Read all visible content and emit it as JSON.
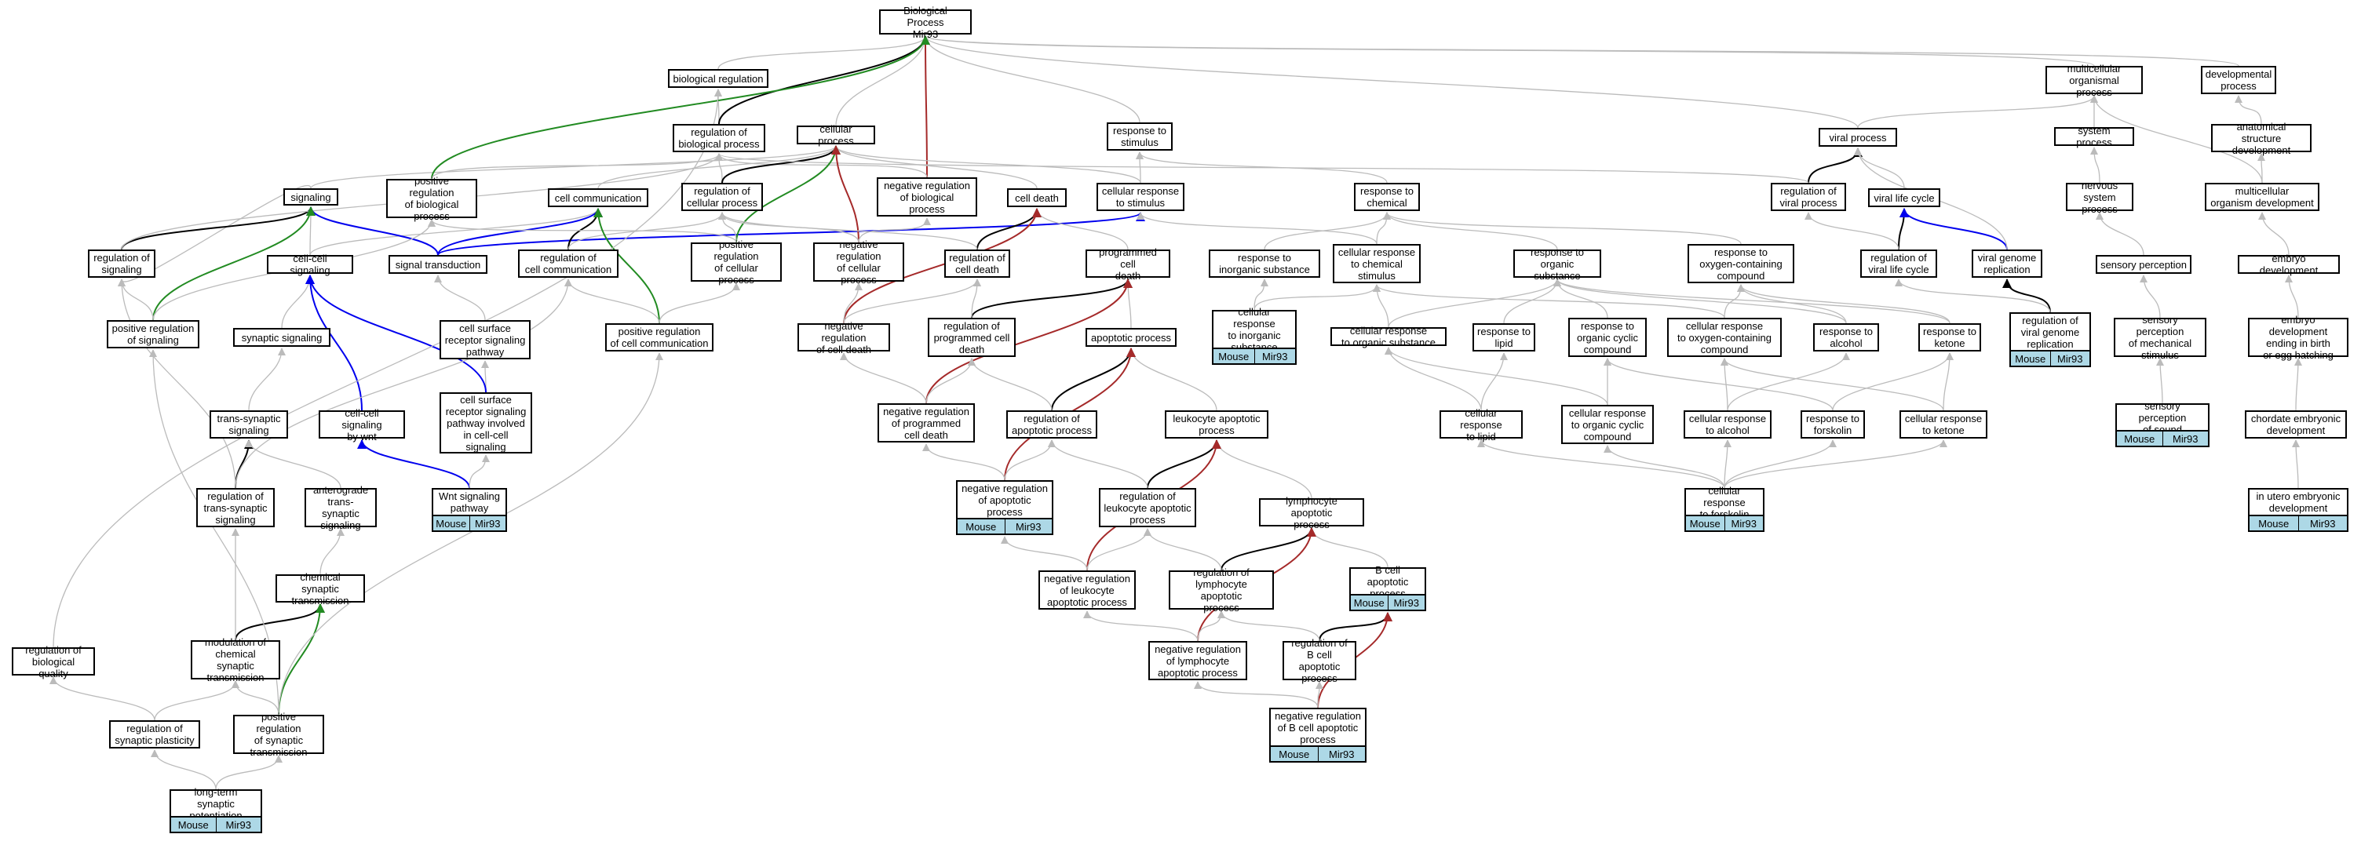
{
  "colors": {
    "is_a": "#bbbbbb",
    "part_of": "#000000",
    "regulates": "#000000",
    "positive": "#228b22",
    "negative": "#a52a2a",
    "bridge": "#0000ee",
    "tag": "#add8e6"
  },
  "nodes": [
    {
      "id": "root",
      "label": "Biological Process\nMir93"
    },
    {
      "id": "bioreg",
      "label": "biological regulation"
    },
    {
      "id": "regbp",
      "label": "regulation of\nbiological process"
    },
    {
      "id": "cellproc",
      "label": "cellular process"
    },
    {
      "id": "negregbp",
      "label": "negative regulation\nof biological\nprocess"
    },
    {
      "id": "resp",
      "label": "response to\nstimulus"
    },
    {
      "id": "multi",
      "label": "multicellular\norganismal process"
    },
    {
      "id": "devproc",
      "label": "developmental\nprocess"
    },
    {
      "id": "viralproc",
      "label": "viral process"
    },
    {
      "id": "sysproc",
      "label": "system process"
    },
    {
      "id": "anatdev",
      "label": "anatomical structure\ndevelopment"
    },
    {
      "id": "signaling",
      "label": "signaling"
    },
    {
      "id": "posregbp",
      "label": "positive regulation\nof biological\nprocess"
    },
    {
      "id": "cellcomm",
      "label": "cell communication"
    },
    {
      "id": "regcellproc",
      "label": "regulation of\ncellular process"
    },
    {
      "id": "celldeath",
      "label": "cell death"
    },
    {
      "id": "cellresp",
      "label": "cellular response\nto stimulus"
    },
    {
      "id": "respchem",
      "label": "response to\nchemical"
    },
    {
      "id": "regviral",
      "label": "regulation of\nviral process"
    },
    {
      "id": "viralcycle",
      "label": "viral life cycle"
    },
    {
      "id": "nervsys",
      "label": "nervous system\nprocess"
    },
    {
      "id": "multidev",
      "label": "multicellular\norganism development"
    },
    {
      "id": "regsig",
      "label": "regulation of\nsignaling"
    },
    {
      "id": "cellcellsig",
      "label": "cell-cell signaling"
    },
    {
      "id": "sigtrans",
      "label": "signal transduction"
    },
    {
      "id": "regcellcomm",
      "label": "regulation of\ncell communication"
    },
    {
      "id": "posregcellproc",
      "label": "positive regulation\nof cellular\nprocess"
    },
    {
      "id": "negregcellproc",
      "label": "negative regulation\nof cellular\nprocess"
    },
    {
      "id": "regcelldeath",
      "label": "regulation of\ncell death"
    },
    {
      "id": "pcd",
      "label": "programmed cell\ndeath"
    },
    {
      "id": "respinorg",
      "label": "response to\ninorganic substance"
    },
    {
      "id": "cellrespchem",
      "label": "cellular response\nto chemical\nstimulus"
    },
    {
      "id": "resporg",
      "label": "response to\norganic substance"
    },
    {
      "id": "respoxy",
      "label": "response to\noxygen-containing\ncompound"
    },
    {
      "id": "regviralcycle",
      "label": "regulation of\nviral life cycle"
    },
    {
      "id": "viralgenome",
      "label": "viral genome\nreplication"
    },
    {
      "id": "sensperc",
      "label": "sensory perception"
    },
    {
      "id": "embdev",
      "label": "embryo development"
    },
    {
      "id": "posregsig",
      "label": "positive regulation\nof signaling"
    },
    {
      "id": "synsig",
      "label": "synaptic signaling"
    },
    {
      "id": "csrsp",
      "label": "cell surface\nreceptor signaling\npathway"
    },
    {
      "id": "posregcellcomm",
      "label": "positive regulation\nof cell communication"
    },
    {
      "id": "negregcelldeath",
      "label": "negative regulation\nof cell death"
    },
    {
      "id": "regpcd",
      "label": "regulation of\nprogrammed cell\ndeath"
    },
    {
      "id": "apoptotic",
      "label": "apoptotic process"
    },
    {
      "id": "cellrespinorg",
      "label": "cellular response\nto inorganic\nsubstance"
    },
    {
      "id": "cellresporg",
      "label": "cellular response\nto organic substance"
    },
    {
      "id": "resplipid",
      "label": "response to\nlipid"
    },
    {
      "id": "resporgcyc",
      "label": "response to\norganic cyclic\ncompound"
    },
    {
      "id": "cellrespoxy",
      "label": "cellular response\nto oxygen-containing\ncompound"
    },
    {
      "id": "respalc",
      "label": "response to\nalcohol"
    },
    {
      "id": "respket",
      "label": "response to\nketone"
    },
    {
      "id": "regviralgenome",
      "label": "regulation of\nviral genome\nreplication"
    },
    {
      "id": "sensmech",
      "label": "sensory perception\nof mechanical\nstimulus"
    },
    {
      "id": "embbirth",
      "label": "embryo development\nending in birth\nor egg hatching"
    },
    {
      "id": "transsyn",
      "label": "trans-synaptic\nsignaling"
    },
    {
      "id": "ccwnt",
      "label": "cell-cell signaling\nby wnt"
    },
    {
      "id": "csrspcc",
      "label": "cell surface\nreceptor signaling\npathway involved\nin cell-cell\nsignaling"
    },
    {
      "id": "negregpcd",
      "label": "negative regulation\nof programmed\ncell death"
    },
    {
      "id": "regapop",
      "label": "regulation of\napoptotic process"
    },
    {
      "id": "leukapop",
      "label": "leukocyte apoptotic\nprocess"
    },
    {
      "id": "cellresplipid",
      "label": "cellular response\nto lipid"
    },
    {
      "id": "cellresporgcyc",
      "label": "cellular response\nto organic cyclic\ncompound"
    },
    {
      "id": "cellrespalc",
      "label": "cellular response\nto alcohol"
    },
    {
      "id": "respfors",
      "label": "response to\nforskolin"
    },
    {
      "id": "cellrespket",
      "label": "cellular response\nto ketone"
    },
    {
      "id": "senssound",
      "label": "sensory perception\nof sound"
    },
    {
      "id": "chordate",
      "label": "chordate embryonic\ndevelopment"
    },
    {
      "id": "regtranssyn",
      "label": "regulation of\ntrans-synaptic\nsignaling"
    },
    {
      "id": "antero",
      "label": "anterograde\ntrans-synaptic\nsignaling"
    },
    {
      "id": "wnt",
      "label": "Wnt signaling\npathway"
    },
    {
      "id": "negregapop",
      "label": "negative regulation\nof apoptotic\nprocess"
    },
    {
      "id": "regleukapop",
      "label": "regulation of\nleukocyte apoptotic\nprocess"
    },
    {
      "id": "lymphapop",
      "label": "lymphocyte apoptotic\nprocess"
    },
    {
      "id": "cellrespfors",
      "label": "cellular response\nto forskolin"
    },
    {
      "id": "inutero",
      "label": "in utero embryonic\ndevelopment"
    },
    {
      "id": "chemsyn",
      "label": "chemical synaptic\ntransmission"
    },
    {
      "id": "negregleuk",
      "label": "negative regulation\nof leukocyte\napoptotic process"
    },
    {
      "id": "reglymph",
      "label": "regulation of\nlymphocyte apoptotic\nprocess"
    },
    {
      "id": "bcellapop",
      "label": "B cell apoptotic\nprocess"
    },
    {
      "id": "modchem",
      "label": "modulation of\nchemical synaptic\ntransmission"
    },
    {
      "id": "negreglymph",
      "label": "negative regulation\nof lymphocyte\napoptotic process"
    },
    {
      "id": "regbcell",
      "label": "regulation of\nB cell apoptotic\nprocess"
    },
    {
      "id": "regbioqual",
      "label": "regulation of\nbiological quality"
    },
    {
      "id": "regsynplast",
      "label": "regulation of\nsynaptic plasticity"
    },
    {
      "id": "posregsyn",
      "label": "positive regulation\nof synaptic\ntransmission"
    },
    {
      "id": "negregbcell",
      "label": "negative regulation\nof B cell apoptotic\nprocess"
    },
    {
      "id": "ltp",
      "label": "long-term synaptic\npotentiation"
    }
  ],
  "tags": [
    {
      "node": "cellrespinorg",
      "species": "Mouse",
      "gene": "Mir93"
    },
    {
      "node": "regviralgenome",
      "species": "Mouse",
      "gene": "Mir93"
    },
    {
      "node": "senssound",
      "species": "Mouse",
      "gene": "Mir93"
    },
    {
      "node": "wnt",
      "species": "Mouse",
      "gene": "Mir93"
    },
    {
      "node": "negregapop",
      "species": "Mouse",
      "gene": "Mir93"
    },
    {
      "node": "cellrespfors",
      "species": "Mouse",
      "gene": "Mir93"
    },
    {
      "node": "inutero",
      "species": "Mouse",
      "gene": "Mir93"
    },
    {
      "node": "bcellapop",
      "species": "Mouse",
      "gene": "Mir93"
    },
    {
      "node": "negregbcell",
      "species": "Mouse",
      "gene": "Mir93"
    },
    {
      "node": "ltp",
      "species": "Mouse",
      "gene": "Mir93"
    }
  ],
  "edges": [
    [
      "bioreg",
      "root",
      "is_a"
    ],
    [
      "regbp",
      "bioreg",
      "is_a"
    ],
    [
      "regbp",
      "root",
      "regulates"
    ],
    [
      "cellproc",
      "root",
      "is_a"
    ],
    [
      "negregbp",
      "root",
      "negative"
    ],
    [
      "negregbp",
      "regbp",
      "is_a"
    ],
    [
      "resp",
      "root",
      "is_a"
    ],
    [
      "multi",
      "root",
      "is_a"
    ],
    [
      "devproc",
      "root",
      "is_a"
    ],
    [
      "viralproc",
      "root",
      "is_a"
    ],
    [
      "viralproc",
      "multi",
      "is_a"
    ],
    [
      "sysproc",
      "multi",
      "is_a"
    ],
    [
      "anatdev",
      "devproc",
      "is_a"
    ],
    [
      "signaling",
      "cellproc",
      "is_a"
    ],
    [
      "signaling",
      "regsig",
      "is_a"
    ],
    [
      "posregbp",
      "root",
      "positive"
    ],
    [
      "posregbp",
      "regbp",
      "is_a"
    ],
    [
      "cellcomm",
      "cellproc",
      "is_a"
    ],
    [
      "regcellproc",
      "regbp",
      "is_a"
    ],
    [
      "regcellproc",
      "cellproc",
      "regulates"
    ],
    [
      "celldeath",
      "cellproc",
      "is_a"
    ],
    [
      "cellresp",
      "cellproc",
      "is_a"
    ],
    [
      "cellresp",
      "resp",
      "is_a"
    ],
    [
      "respchem",
      "resp",
      "is_a"
    ],
    [
      "regviral",
      "viralproc",
      "regulates"
    ],
    [
      "regviral",
      "regbp",
      "is_a"
    ],
    [
      "viralcycle",
      "viralproc",
      "is_a"
    ],
    [
      "nervsys",
      "sysproc",
      "is_a"
    ],
    [
      "multidev",
      "anatdev",
      "is_a"
    ],
    [
      "multidev",
      "multi",
      "is_a"
    ],
    [
      "regsig",
      "signaling",
      "regulates"
    ],
    [
      "regsig",
      "regbp",
      "is_a"
    ],
    [
      "cellcellsig",
      "signaling",
      "is_a"
    ],
    [
      "cellcellsig",
      "cellcomm",
      "is_a"
    ],
    [
      "sigtrans",
      "signaling",
      "bridge"
    ],
    [
      "sigtrans",
      "cellcomm",
      "bridge"
    ],
    [
      "sigtrans",
      "cellresp",
      "bridge"
    ],
    [
      "regcellcomm",
      "cellcomm",
      "regulates"
    ],
    [
      "regcellcomm",
      "regcellproc",
      "is_a"
    ],
    [
      "posregcellproc",
      "cellproc",
      "positive"
    ],
    [
      "posregcellproc",
      "regcellproc",
      "is_a"
    ],
    [
      "posregcellproc",
      "posregbp",
      "is_a"
    ],
    [
      "negregcellproc",
      "cellproc",
      "negative"
    ],
    [
      "negregcellproc",
      "regcellproc",
      "is_a"
    ],
    [
      "negregcellproc",
      "negregbp",
      "is_a"
    ],
    [
      "regcelldeath",
      "celldeath",
      "regulates"
    ],
    [
      "regcelldeath",
      "regcellproc",
      "is_a"
    ],
    [
      "pcd",
      "celldeath",
      "is_a"
    ],
    [
      "respinorg",
      "respchem",
      "is_a"
    ],
    [
      "cellrespchem",
      "respchem",
      "is_a"
    ],
    [
      "cellrespchem",
      "cellresp",
      "is_a"
    ],
    [
      "resporg",
      "respchem",
      "is_a"
    ],
    [
      "respoxy",
      "respchem",
      "is_a"
    ],
    [
      "regviralcycle",
      "viralcycle",
      "regulates"
    ],
    [
      "regviralcycle",
      "regviral",
      "is_a"
    ],
    [
      "viralgenome",
      "viralcycle",
      "bridge"
    ],
    [
      "viralgenome",
      "viralproc",
      "is_a"
    ],
    [
      "sensperc",
      "nervsys",
      "is_a"
    ],
    [
      "embdev",
      "multidev",
      "is_a"
    ],
    [
      "posregsig",
      "signaling",
      "positive"
    ],
    [
      "posregsig",
      "regsig",
      "is_a"
    ],
    [
      "posregsig",
      "posregbp",
      "is_a"
    ],
    [
      "synsig",
      "cellcellsig",
      "is_a"
    ],
    [
      "csrsp",
      "sigtrans",
      "is_a"
    ],
    [
      "posregcellcomm",
      "cellcomm",
      "positive"
    ],
    [
      "posregcellcomm",
      "regcellcomm",
      "is_a"
    ],
    [
      "posregcellcomm",
      "posregcellproc",
      "is_a"
    ],
    [
      "negregcelldeath",
      "celldeath",
      "negative"
    ],
    [
      "negregcelldeath",
      "regcelldeath",
      "is_a"
    ],
    [
      "negregcelldeath",
      "negregcellproc",
      "is_a"
    ],
    [
      "regpcd",
      "pcd",
      "regulates"
    ],
    [
      "regpcd",
      "regcelldeath",
      "is_a"
    ],
    [
      "apoptotic",
      "pcd",
      "is_a"
    ],
    [
      "cellrespinorg",
      "respinorg",
      "is_a"
    ],
    [
      "cellrespinorg",
      "cellrespchem",
      "is_a"
    ],
    [
      "cellresporg",
      "resporg",
      "is_a"
    ],
    [
      "cellresporg",
      "cellrespchem",
      "is_a"
    ],
    [
      "resplipid",
      "resporg",
      "is_a"
    ],
    [
      "resporgcyc",
      "resporg",
      "is_a"
    ],
    [
      "cellrespoxy",
      "respoxy",
      "is_a"
    ],
    [
      "cellrespoxy",
      "cellrespchem",
      "is_a"
    ],
    [
      "respalc",
      "resporg",
      "is_a"
    ],
    [
      "respalc",
      "respoxy",
      "is_a"
    ],
    [
      "respket",
      "resporg",
      "is_a"
    ],
    [
      "respket",
      "respoxy",
      "is_a"
    ],
    [
      "regviralgenome",
      "viralgenome",
      "regulates"
    ],
    [
      "regviralgenome",
      "regviralcycle",
      "is_a"
    ],
    [
      "sensmech",
      "sensperc",
      "is_a"
    ],
    [
      "embbirth",
      "embdev",
      "is_a"
    ],
    [
      "transsyn",
      "synsig",
      "is_a"
    ],
    [
      "ccwnt",
      "cellcellsig",
      "bridge"
    ],
    [
      "csrspcc",
      "csrsp",
      "is_a"
    ],
    [
      "csrspcc",
      "cellcellsig",
      "bridge"
    ],
    [
      "negregpcd",
      "pcd",
      "negative"
    ],
    [
      "negregpcd",
      "regpcd",
      "is_a"
    ],
    [
      "negregpcd",
      "negregcelldeath",
      "is_a"
    ],
    [
      "regapop",
      "apoptotic",
      "regulates"
    ],
    [
      "regapop",
      "regpcd",
      "is_a"
    ],
    [
      "leukapop",
      "apoptotic",
      "is_a"
    ],
    [
      "cellresplipid",
      "resplipid",
      "is_a"
    ],
    [
      "cellresplipid",
      "cellresporg",
      "is_a"
    ],
    [
      "cellresporgcyc",
      "resporgcyc",
      "is_a"
    ],
    [
      "cellresporgcyc",
      "cellresporg",
      "is_a"
    ],
    [
      "cellrespalc",
      "respalc",
      "is_a"
    ],
    [
      "cellrespalc",
      "cellrespoxy",
      "is_a"
    ],
    [
      "respfors",
      "resporgcyc",
      "is_a"
    ],
    [
      "respfors",
      "respket",
      "is_a"
    ],
    [
      "cellrespket",
      "respket",
      "is_a"
    ],
    [
      "cellrespket",
      "cellrespoxy",
      "is_a"
    ],
    [
      "senssound",
      "sensmech",
      "is_a"
    ],
    [
      "chordate",
      "embbirth",
      "is_a"
    ],
    [
      "regtranssyn",
      "transsyn",
      "regulates"
    ],
    [
      "regtranssyn",
      "regsig",
      "is_a"
    ],
    [
      "regtranssyn",
      "regcellcomm",
      "is_a"
    ],
    [
      "antero",
      "transsyn",
      "is_a"
    ],
    [
      "wnt",
      "ccwnt",
      "bridge"
    ],
    [
      "wnt",
      "csrspcc",
      "is_a"
    ],
    [
      "negregapop",
      "apoptotic",
      "negative"
    ],
    [
      "negregapop",
      "regapop",
      "is_a"
    ],
    [
      "negregapop",
      "negregpcd",
      "is_a"
    ],
    [
      "regleukapop",
      "leukapop",
      "regulates"
    ],
    [
      "regleukapop",
      "regapop",
      "is_a"
    ],
    [
      "lymphapop",
      "leukapop",
      "is_a"
    ],
    [
      "cellrespfors",
      "respfors",
      "is_a"
    ],
    [
      "cellrespfors",
      "cellresplipid",
      "is_a"
    ],
    [
      "cellrespfors",
      "cellrespalc",
      "is_a"
    ],
    [
      "cellrespfors",
      "cellrespket",
      "is_a"
    ],
    [
      "cellrespfors",
      "cellresporgcyc",
      "is_a"
    ],
    [
      "inutero",
      "chordate",
      "is_a"
    ],
    [
      "chemsyn",
      "antero",
      "is_a"
    ],
    [
      "negregleuk",
      "leukapop",
      "negative"
    ],
    [
      "negregleuk",
      "regleukapop",
      "is_a"
    ],
    [
      "negregleuk",
      "negregapop",
      "is_a"
    ],
    [
      "reglymph",
      "lymphapop",
      "regulates"
    ],
    [
      "reglymph",
      "regleukapop",
      "is_a"
    ],
    [
      "bcellapop",
      "lymphapop",
      "is_a"
    ],
    [
      "modchem",
      "chemsyn",
      "regulates"
    ],
    [
      "modchem",
      "regtranssyn",
      "is_a"
    ],
    [
      "negreglymph",
      "lymphapop",
      "negative"
    ],
    [
      "negreglymph",
      "reglymph",
      "is_a"
    ],
    [
      "negreglymph",
      "negregleuk",
      "is_a"
    ],
    [
      "regbcell",
      "bcellapop",
      "regulates"
    ],
    [
      "regbcell",
      "reglymph",
      "is_a"
    ],
    [
      "regbioqual",
      "bioreg",
      "is_a"
    ],
    [
      "regsynplast",
      "modchem",
      "is_a"
    ],
    [
      "regsynplast",
      "regbioqual",
      "is_a"
    ],
    [
      "posregsyn",
      "chemsyn",
      "positive"
    ],
    [
      "posregsyn",
      "modchem",
      "is_a"
    ],
    [
      "posregsyn",
      "posregsig",
      "is_a"
    ],
    [
      "posregsyn",
      "posregcellcomm",
      "is_a"
    ],
    [
      "negregbcell",
      "bcellapop",
      "negative"
    ],
    [
      "negregbcell",
      "regbcell",
      "is_a"
    ],
    [
      "negregbcell",
      "negreglymph",
      "is_a"
    ],
    [
      "ltp",
      "regsynplast",
      "is_a"
    ],
    [
      "ltp",
      "posregsyn",
      "is_a"
    ]
  ]
}
